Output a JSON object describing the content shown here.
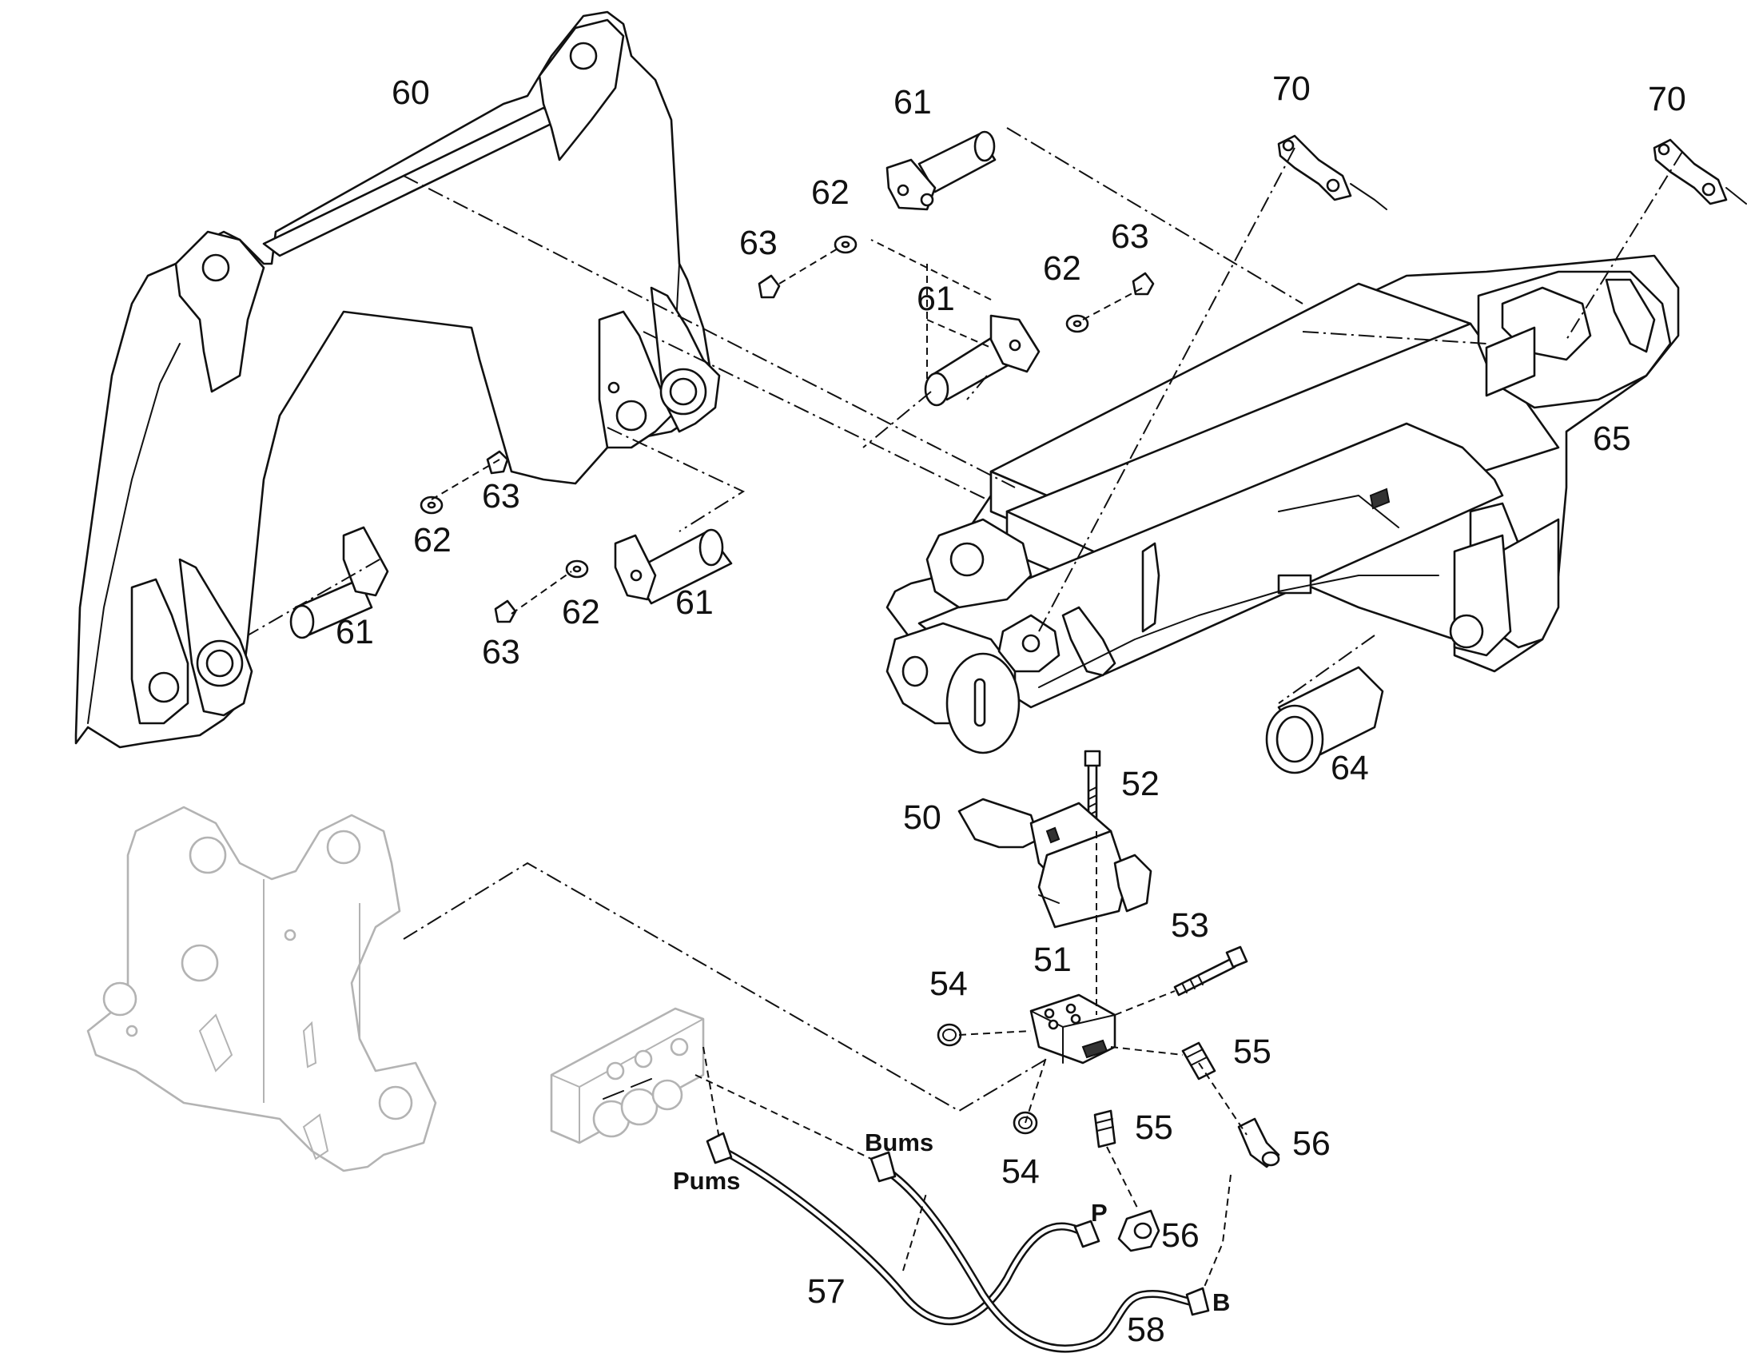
{
  "diagram": {
    "background": "#ffffff",
    "ink_color": "#111111",
    "ghost_color": "#b3b3b3",
    "callouts": [
      {
        "id": "c60",
        "text": "60"
      },
      {
        "id": "c61a",
        "text": "61"
      },
      {
        "id": "c62a",
        "text": "62"
      },
      {
        "id": "c63a",
        "text": "63"
      },
      {
        "id": "c61b",
        "text": "61"
      },
      {
        "id": "c62b",
        "text": "62"
      },
      {
        "id": "c63b",
        "text": "63"
      },
      {
        "id": "c70a",
        "text": "70"
      },
      {
        "id": "c70b",
        "text": "70"
      },
      {
        "id": "c65",
        "text": "65"
      },
      {
        "id": "c63c",
        "text": "63"
      },
      {
        "id": "c62c",
        "text": "62"
      },
      {
        "id": "c61c",
        "text": "61"
      },
      {
        "id": "c63d",
        "text": "63"
      },
      {
        "id": "c62d",
        "text": "62"
      },
      {
        "id": "c61d",
        "text": "61"
      },
      {
        "id": "c64",
        "text": "64"
      },
      {
        "id": "c52",
        "text": "52"
      },
      {
        "id": "c50",
        "text": "50"
      },
      {
        "id": "c53",
        "text": "53"
      },
      {
        "id": "c51",
        "text": "51"
      },
      {
        "id": "c54a",
        "text": "54"
      },
      {
        "id": "c55a",
        "text": "55"
      },
      {
        "id": "c55b",
        "text": "55"
      },
      {
        "id": "c56a",
        "text": "56"
      },
      {
        "id": "c54b",
        "text": "54"
      },
      {
        "id": "c56b",
        "text": "56"
      },
      {
        "id": "c57",
        "text": "57"
      },
      {
        "id": "c58",
        "text": "58"
      }
    ],
    "port_labels": [
      {
        "id": "bums",
        "text": "Bums"
      },
      {
        "id": "pums",
        "text": "Pums"
      },
      {
        "id": "p",
        "text": "P"
      },
      {
        "id": "b",
        "text": "B"
      }
    ]
  }
}
